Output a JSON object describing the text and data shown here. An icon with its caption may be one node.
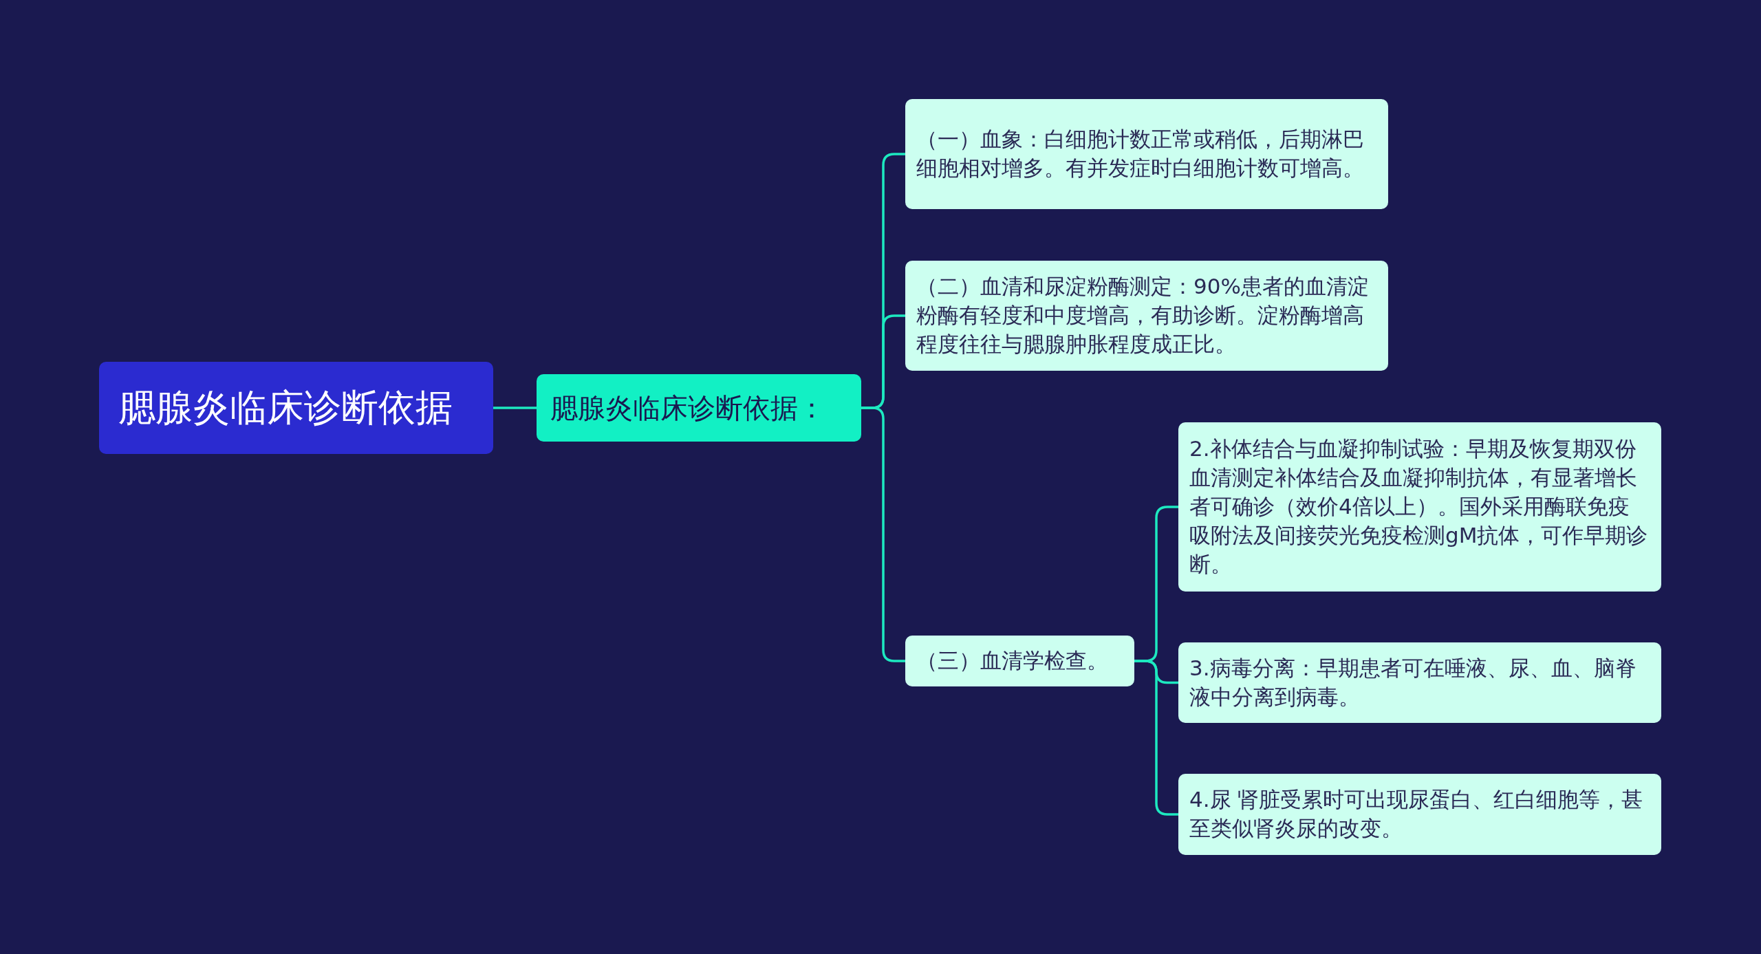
{
  "diagram": {
    "nodes": [
      {
        "text": [
          "腮腺炎临床诊断依据"
        ]
      },
      {
        "text": [
          "腮腺炎临床诊断依据："
        ]
      },
      {
        "text": [
          "（一）血象：白细胞计数正常或稍低，后期淋巴细胞相对增多。有并发症时白细胞计数可增高。"
        ]
      },
      {
        "text": [
          "（二）血清和尿淀粉酶测定：90%患者的血清淀粉酶有轻度和中度增高，有助诊断。淀粉酶增高程度往往与腮腺肿胀程度成正比。"
        ]
      },
      {
        "text": [
          "（三）血清学检查。"
        ]
      },
      {
        "text": [
          "2.补体结合与血凝抑制试验：早期及恢复期双份血清测定补体结合及血凝抑制抗体，有显著增长者可确诊（效价4倍以上）。国外采用酶联免疫吸附法及间接荧光免疫检测gM抗体，可作早期诊断。"
        ]
      },
      {
        "text": [
          "3.病毒分离：早期患者可在唾液、尿、血、脑脊液中分离到病毒。"
        ]
      },
      {
        "text": [
          "4.尿 肾脏受累时可出现尿蛋白、红白细胞等，甚至类似肾炎尿的改变。"
        ]
      }
    ],
    "edges": [
      {
        "from": 0,
        "to": 1,
        "arrow": "none"
      },
      {
        "from": 1,
        "to": 2,
        "arrow": "none"
      },
      {
        "from": 1,
        "to": 3,
        "arrow": "none"
      },
      {
        "from": 1,
        "to": 4,
        "arrow": "none"
      },
      {
        "from": 4,
        "to": 5,
        "arrow": "none"
      },
      {
        "from": 4,
        "to": 6,
        "arrow": "none"
      },
      {
        "from": 4,
        "to": 7,
        "arrow": "none"
      }
    ]
  }
}
